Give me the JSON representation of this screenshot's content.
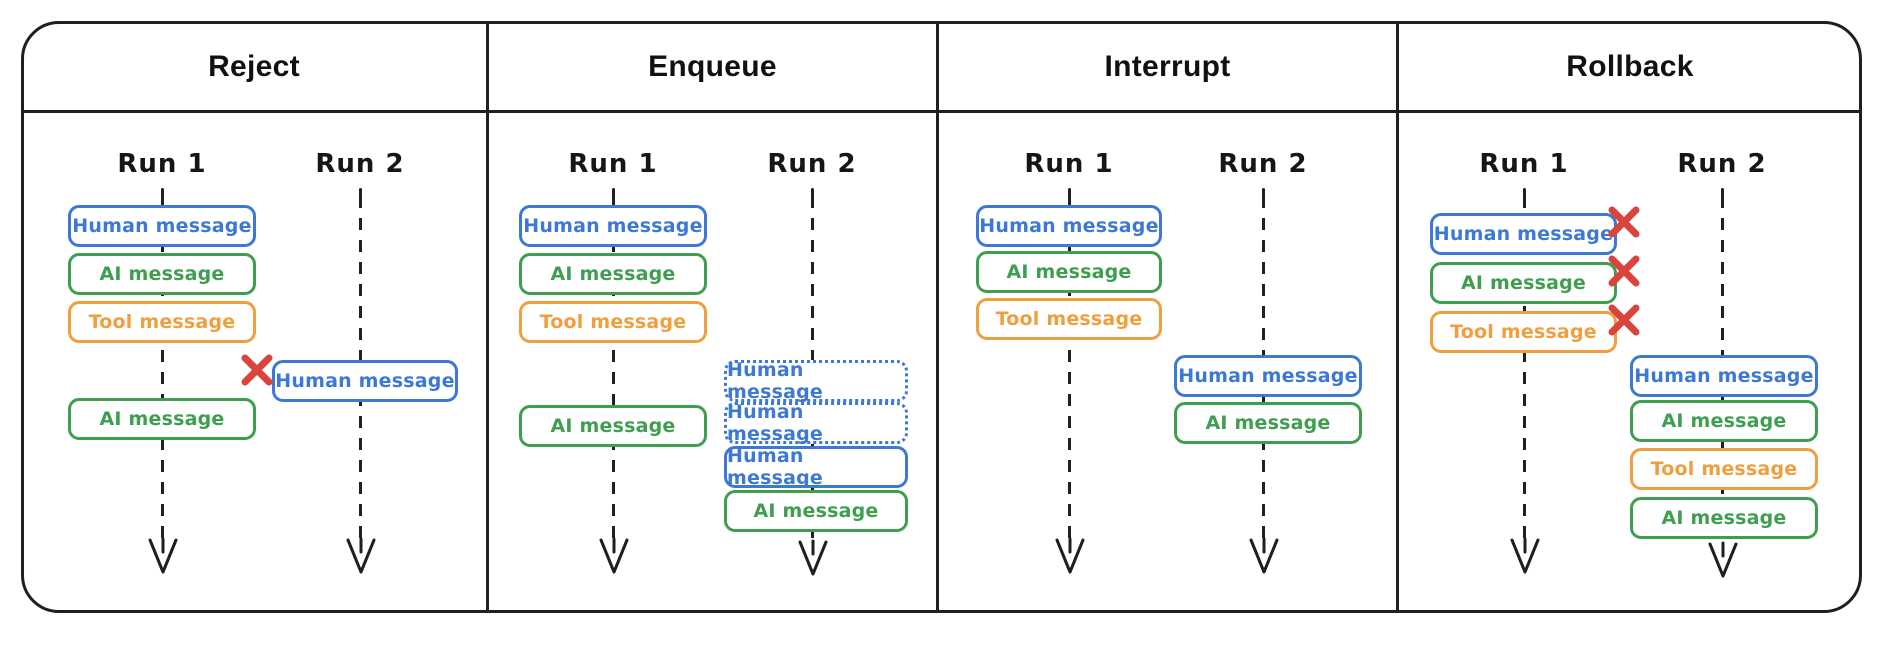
{
  "colors": {
    "ink": "#1f1f1f",
    "human_blue": "#3c78d4",
    "ai_green": "#3f9e4f",
    "tool_orange": "#ef9f3e",
    "reject_red": "#d9453c"
  },
  "panels": [
    {
      "title": "Reject",
      "runs": [
        {
          "label": "Run 1",
          "items": [
            {
              "type": "human",
              "label": "Human message",
              "style": "solid"
            },
            {
              "type": "ai",
              "label": "AI message",
              "style": "solid"
            },
            {
              "type": "tool",
              "label": "Tool message",
              "style": "solid"
            },
            {
              "type": "ai",
              "label": "AI message",
              "style": "solid",
              "note": "after gap in lifeline"
            }
          ]
        },
        {
          "label": "Run 2",
          "items": [
            {
              "type": "human",
              "label": "Human message",
              "style": "solid",
              "marker": "rejected-x"
            }
          ]
        }
      ]
    },
    {
      "title": "Enqueue",
      "runs": [
        {
          "label": "Run 1",
          "items": [
            {
              "type": "human",
              "label": "Human message",
              "style": "solid"
            },
            {
              "type": "ai",
              "label": "AI message",
              "style": "solid"
            },
            {
              "type": "tool",
              "label": "Tool message",
              "style": "solid"
            },
            {
              "type": "ai",
              "label": "AI message",
              "style": "solid",
              "note": "after gap in lifeline"
            }
          ]
        },
        {
          "label": "Run 2",
          "items": [
            {
              "type": "human",
              "label": "Human message",
              "style": "dotted-queued"
            },
            {
              "type": "human",
              "label": "Human message",
              "style": "dotted-queued"
            },
            {
              "type": "human",
              "label": "Human message",
              "style": "solid"
            },
            {
              "type": "ai",
              "label": "AI message",
              "style": "solid"
            }
          ]
        }
      ]
    },
    {
      "title": "Interrupt",
      "runs": [
        {
          "label": "Run 1",
          "items": [
            {
              "type": "human",
              "label": "Human message",
              "style": "solid"
            },
            {
              "type": "ai",
              "label": "AI message",
              "style": "solid"
            },
            {
              "type": "tool",
              "label": "Tool message",
              "style": "solid"
            }
          ]
        },
        {
          "label": "Run 2",
          "items": [
            {
              "type": "human",
              "label": "Human message",
              "style": "solid"
            },
            {
              "type": "ai",
              "label": "AI message",
              "style": "solid"
            }
          ]
        }
      ]
    },
    {
      "title": "Rollback",
      "runs": [
        {
          "label": "Run 1",
          "items": [
            {
              "type": "human",
              "label": "Human message",
              "style": "solid",
              "marker": "rolled-back-x"
            },
            {
              "type": "ai",
              "label": "AI message",
              "style": "solid",
              "marker": "rolled-back-x"
            },
            {
              "type": "tool",
              "label": "Tool message",
              "style": "solid",
              "marker": "rolled-back-x"
            }
          ]
        },
        {
          "label": "Run 2",
          "items": [
            {
              "type": "human",
              "label": "Human message",
              "style": "solid"
            },
            {
              "type": "ai",
              "label": "AI message",
              "style": "solid"
            },
            {
              "type": "tool",
              "label": "Tool message",
              "style": "solid"
            },
            {
              "type": "ai",
              "label": "AI message",
              "style": "solid"
            }
          ]
        }
      ]
    }
  ]
}
